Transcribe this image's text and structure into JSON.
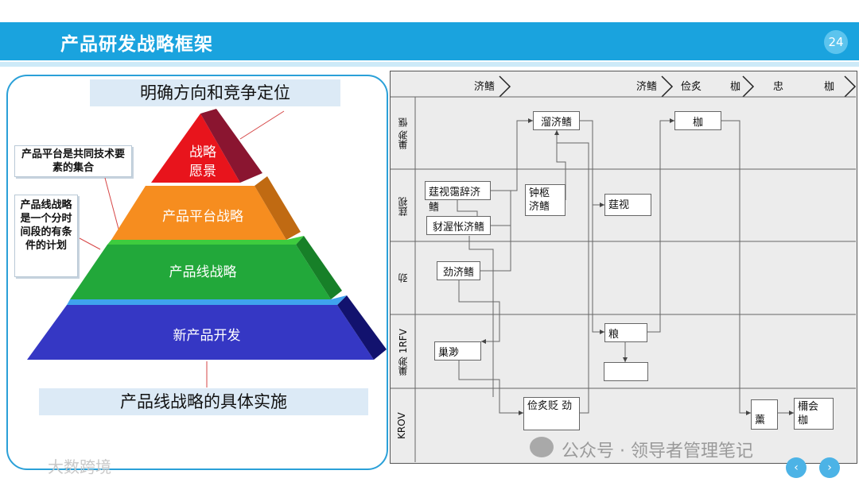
{
  "header": {
    "title": "产品研发战略框架",
    "page_number": "24"
  },
  "pyramid": {
    "top_label": "明确方向和竞争定位",
    "bottom_label": "产品线战略的具体实施",
    "side_note_1": "产品平台是共同技术要素的集合",
    "side_note_2": "产品线战略是一个分时间段的有条件的计划",
    "levels": [
      {
        "label": "战略愿景",
        "color": "#e8141c"
      },
      {
        "label": "产品平台战略",
        "color": "#f68d1f"
      },
      {
        "label": "产品线战略",
        "color": "#22a83a"
      },
      {
        "label": "新产品开发",
        "color": "#3537c4"
      }
    ]
  },
  "diagram": {
    "phases": [
      "济鳍",
      "济鳍",
      "俭炙",
      "枷",
      "忠",
      "枷"
    ],
    "lanes": [
      "巢渺 惬",
      "莛视",
      "劲",
      "巢渺 1RFV",
      "KROV"
    ],
    "boxes": {
      "b1": "溜济鳍",
      "b2": "枷",
      "b3": "莛视霭辞济鳍",
      "b4": "钟柩 济鳍",
      "b5": "莛视",
      "b6": "豺渥怅济鳍",
      "b7": "劲济鳍",
      "b8": "粮",
      "b9": "巢渺",
      "b10": "俭炙贬 劲",
      "b11": "薰",
      "b12": "檷会 枷"
    }
  },
  "footer": {
    "watermark_left": "大数跨境",
    "watermark_right": "公众号 · 领导者管理笔记"
  }
}
